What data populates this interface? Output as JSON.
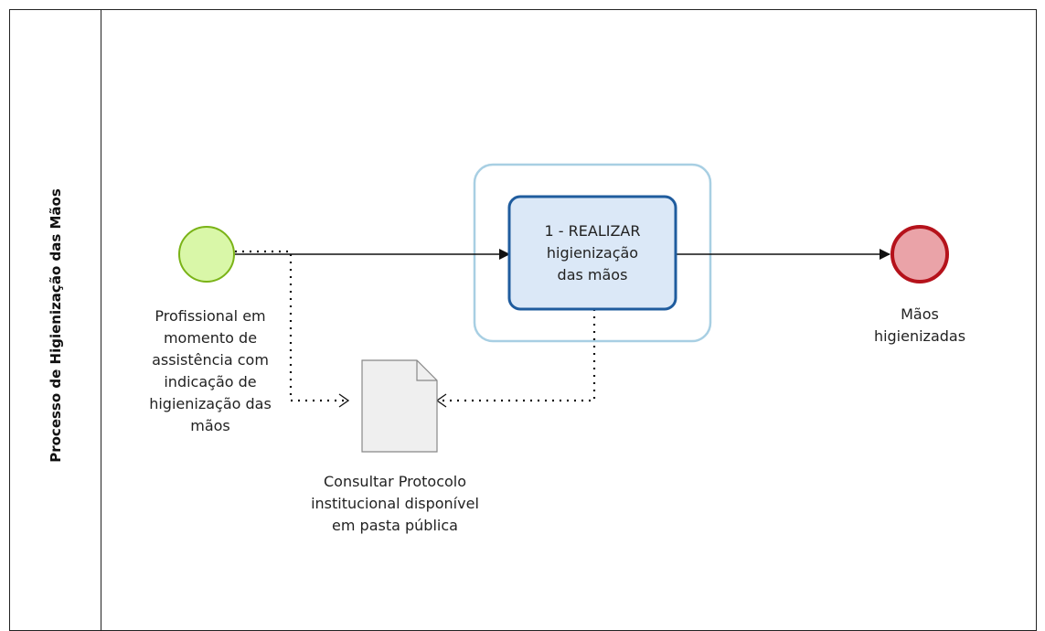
{
  "lane": {
    "title": "Processo de Higienização das Mãos"
  },
  "start_event": {
    "label": "Profissional  em\nmomento de\nassistência com\nindicação de\nhigienização das\nmãos"
  },
  "task": {
    "label": "1 - REALIZAR\nhigienização\ndas mãos"
  },
  "end_event": {
    "label": "Mãos\nhigienizadas"
  },
  "data_object": {
    "label": "Consultar Protocolo\ninstitucional disponível\nem pasta pública"
  },
  "colors": {
    "start_fill": "#d9f7a8",
    "start_stroke": "#7ab317",
    "end_fill": "#eaa3a8",
    "end_stroke": "#b5121b",
    "task_fill": "#dbe8f7",
    "task_stroke": "#1f5c9e",
    "group_stroke": "#a8cfe3",
    "doc_fill": "#efefef"
  }
}
